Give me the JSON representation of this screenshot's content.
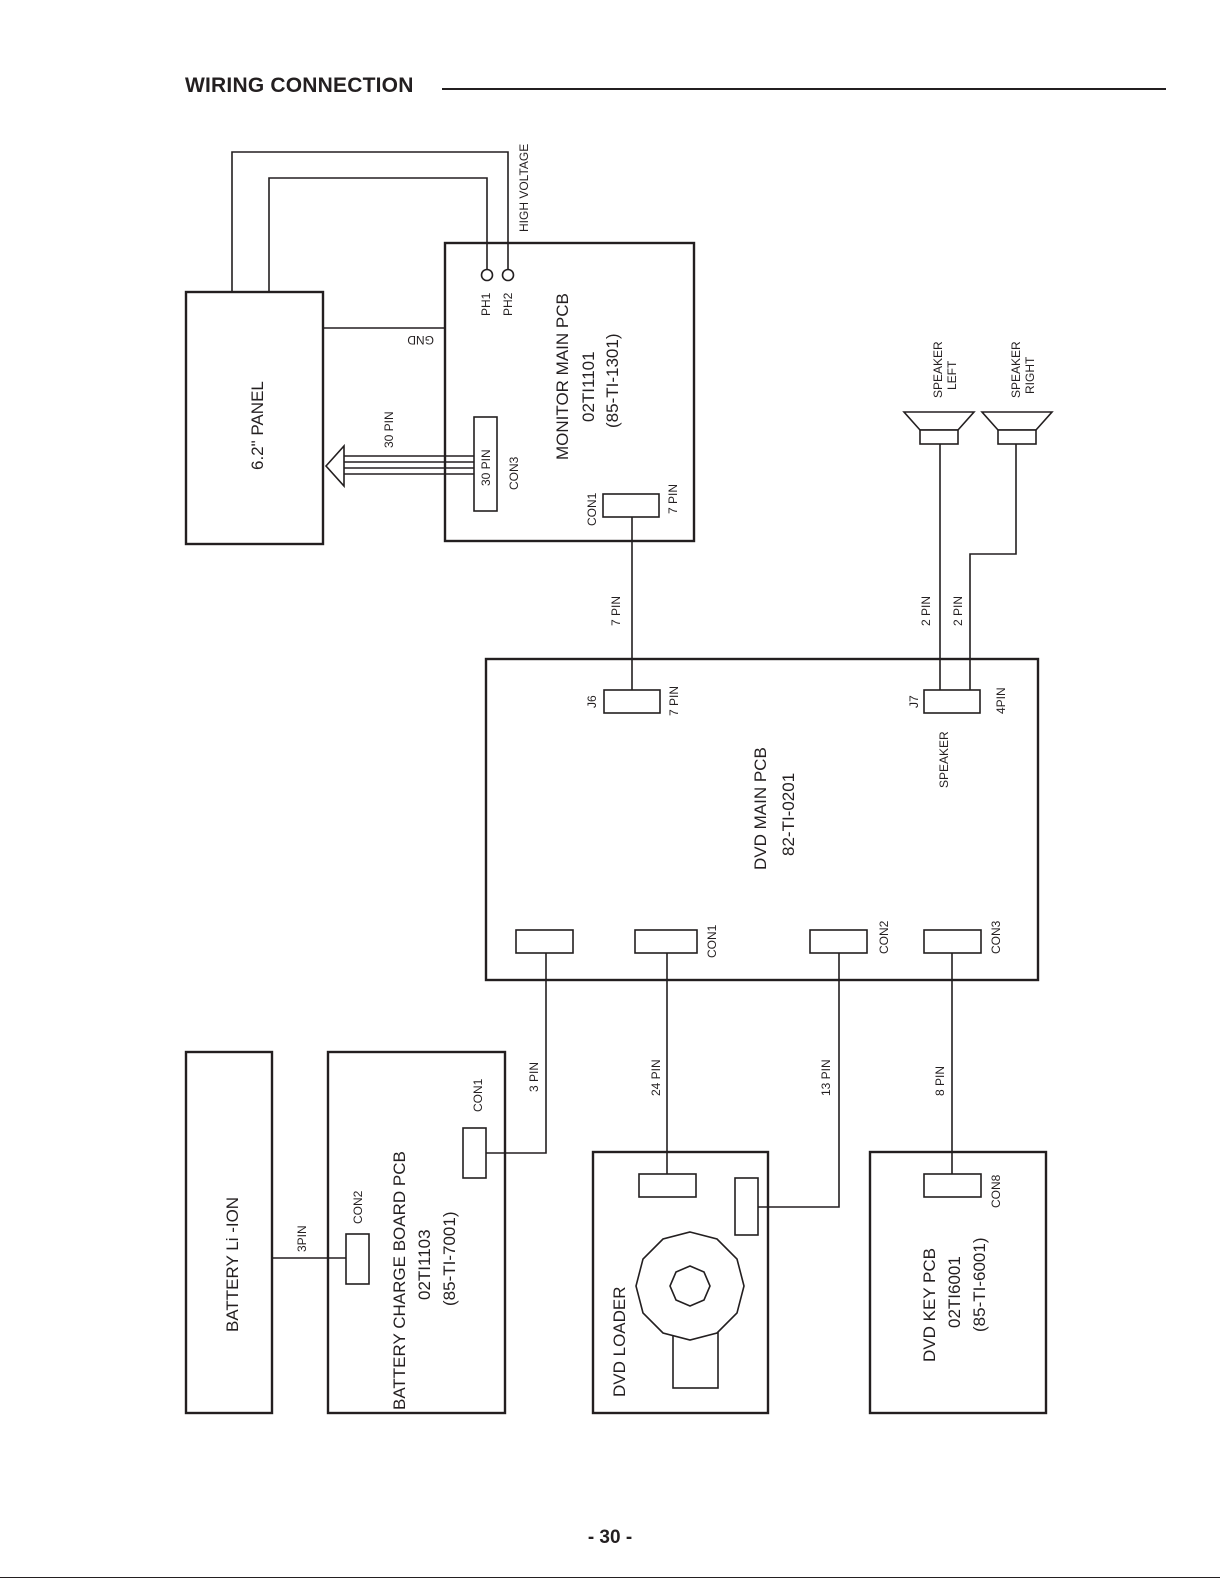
{
  "title": "WIRING CONNECTION",
  "page_number": "- 30 -",
  "blocks": {
    "panel": {
      "label": "6.2\" PANEL"
    },
    "monitor": {
      "line1": "MONITOR MAIN PCB",
      "line2": "02TI1101",
      "line3": "(85-TI-1301)"
    },
    "dvd_main": {
      "line1": "DVD MAIN PCB",
      "line2": "82-TI-0201"
    },
    "battery": {
      "label": "BATTERY Li -ION"
    },
    "charge": {
      "line1": "BATTERY CHARGE BOARD PCB",
      "line2": "02TI1103",
      "line3": "(85-TI-7001)"
    },
    "loader": {
      "label": "DVD LOADER"
    },
    "key": {
      "line1": "DVD KEY PCB",
      "line2": "02TI6001",
      "line3": "(85-TI-6001)"
    }
  },
  "labels": {
    "high_voltage": "HIGH VOLTAGE",
    "ph1": "PH1",
    "ph2": "PH2",
    "gnd": "GND",
    "panel_30pin": "30 PIN",
    "con3_pins": "30 PIN",
    "con3": "CON3",
    "mon_con1": "CON1",
    "mon_con1_pins": "7 PIN",
    "wire_7pin": "7 PIN",
    "j6": "J6",
    "j6_pins": "7 PIN",
    "speaker_left_1": "SPEAKER",
    "speaker_left_2": "LEFT",
    "speaker_right_1": "SPEAKER",
    "speaker_right_2": "RIGHT",
    "wire_2pin_a": "2 PIN",
    "wire_2pin_b": "2 PIN",
    "j7": "J7",
    "j7_speaker": "SPEAKER",
    "j7_pins": "4PIN",
    "dvd_con1": "CON1",
    "dvd_con2": "CON2",
    "dvd_con3": "CON3",
    "wire_3pin": "3 PIN",
    "wire_24pin": "24 PIN",
    "wire_13pin": "13 PIN",
    "wire_8pin": "8 PIN",
    "charge_con1": "CON1",
    "charge_con2": "CON2",
    "wire_battery_3pin": "3PIN",
    "key_con8": "CON8"
  }
}
